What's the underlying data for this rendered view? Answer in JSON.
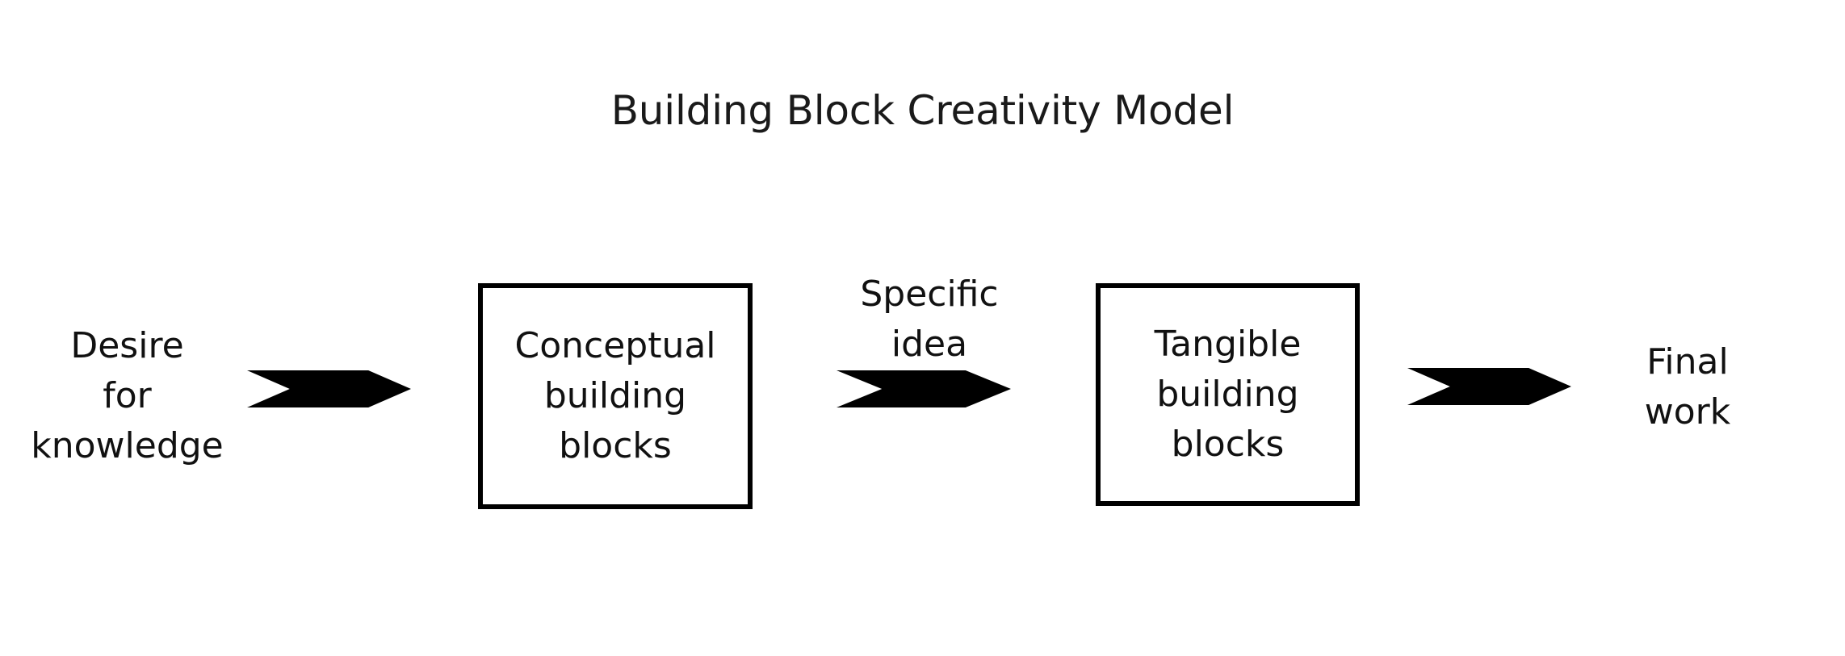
{
  "diagram": {
    "title": "Building Block Creativity Model",
    "type": "horizontal-process-flow",
    "background_color": "#ffffff",
    "stroke_color": "#000000",
    "text_color": "#111111",
    "steps": [
      {
        "kind": "text-label",
        "name": "desire-for-knowledge",
        "lines": [
          "Desire",
          "for",
          "knowledge"
        ],
        "line_1": "Desire",
        "line_2": "for",
        "line_3": "knowledge"
      },
      {
        "kind": "arrow",
        "name": "arrow-desire-to-conceptual",
        "icon": "chevron-arrow-right-icon",
        "label": ""
      },
      {
        "kind": "box",
        "name": "conceptual-building-blocks",
        "lines": [
          "Conceptual",
          "building",
          "blocks"
        ],
        "line_1": "Conceptual",
        "line_2": "building",
        "line_3": "blocks"
      },
      {
        "kind": "arrow",
        "name": "arrow-conceptual-to-tangible",
        "icon": "chevron-arrow-right-icon",
        "label_lines": [
          "Specific",
          "idea"
        ],
        "label_line_1": "Specific",
        "label_line_2": "idea"
      },
      {
        "kind": "box",
        "name": "tangible-building-blocks",
        "lines": [
          "Tangible",
          "building",
          "blocks"
        ],
        "line_1": "Tangible",
        "line_2": "building",
        "line_3": "blocks"
      },
      {
        "kind": "arrow",
        "name": "arrow-tangible-to-final",
        "icon": "chevron-arrow-right-icon",
        "label": ""
      },
      {
        "kind": "text-label",
        "name": "final-work",
        "lines": [
          "Final",
          "work"
        ],
        "line_1": "Final",
        "line_2": "work"
      }
    ]
  }
}
